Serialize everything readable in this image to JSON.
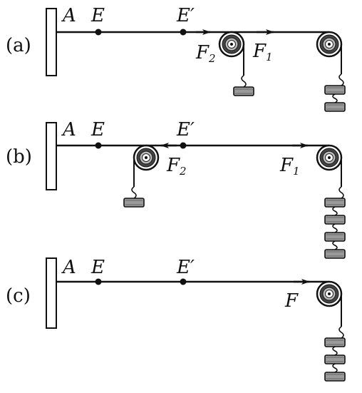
{
  "panels": [
    {
      "tag": "(a)",
      "label_A": "A",
      "label_E": "E",
      "label_Ep": "E′",
      "force_left": "F",
      "force_left_sub": "2",
      "force_right": "F",
      "force_right_sub": "1"
    },
    {
      "tag": "(b)",
      "label_A": "A",
      "label_E": "E",
      "label_Ep": "E′",
      "force_left": "F",
      "force_left_sub": "2",
      "force_right": "F",
      "force_right_sub": "1"
    },
    {
      "tag": "(c)",
      "label_A": "A",
      "label_E": "E",
      "label_Ep": "E′",
      "force_right": "F"
    }
  ],
  "colors": {
    "ink": "#111111",
    "weight_fill": "#9a9a9a"
  }
}
